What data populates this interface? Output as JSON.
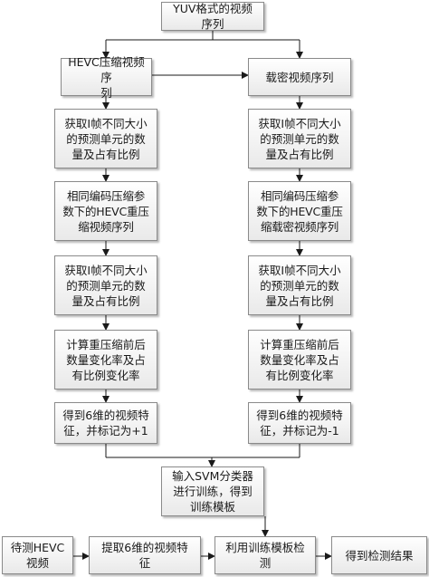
{
  "nodes": {
    "yuv_input": "YUV格式的视频\n序列",
    "hevc_compress": "HEVC压缩视频序\n列",
    "stego": "载密视频序列",
    "left_pu1": "获取I帧不同大小\n的预测单元的数\n量及占有比例",
    "right_pu1": "获取I帧不同大小\n的预测单元的数\n量及占有比例",
    "left_recompress": "相同编码压缩参\n数下的HEVC重压\n缩视频序列",
    "right_recompress": "相同编码压缩参\n数下的HEVC重压\n缩载密视频序列",
    "left_pu2": "获取I帧不同大小\n的预测单元的数\n量及占有比例",
    "right_pu2": "获取I帧不同大小\n的预测单元的数\n量及占有比例",
    "left_rates": "计算重压缩前后\n数量变化率及占\n有比例变化率",
    "right_rates": "计算重压缩前后\n数量变化率及占\n有比例变化率",
    "left_label": "得到6维的视频特\n征，并标记为+1",
    "right_label": "得到6维的视频特\n征，并标记为-1",
    "svm_train": "输入SVM分类器\n进行训练，得到\n训练模板",
    "test_video": "待测HEVC视频",
    "extract_feature": "提取6维的视频特\n征",
    "detect": "利用训练模板检\n测",
    "result": "得到检测结果"
  }
}
